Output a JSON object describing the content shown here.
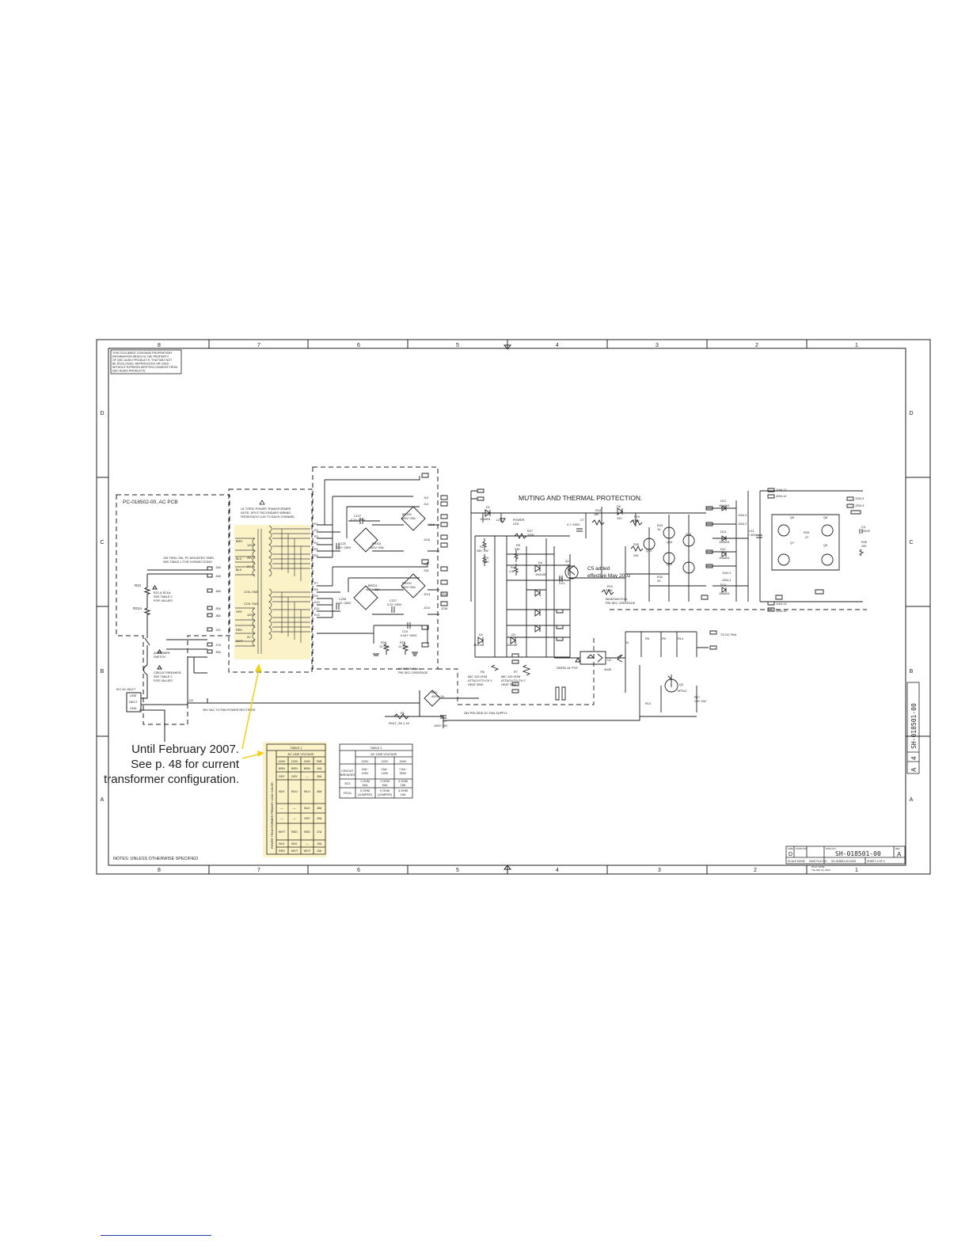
{
  "frame": {
    "col_labels": [
      "8",
      "7",
      "6",
      "5",
      "4",
      "3",
      "2",
      "1"
    ],
    "row_labels": [
      "D",
      "C",
      "B",
      "A"
    ]
  },
  "notice": [
    "THIS DOCUMENT CONTAINS PROPRIETARY",
    "INFORMATION WHICH IS THE PROPERTY",
    "OF QSC AUDIO PRODUCTS, THAT MAY NOT",
    "BE DISCLOSED, REPRODUCED OR USED",
    "WITHOUT EXPRESS WRITTEN CONSENT FROM",
    "QSC AUDIO PRODUCTS."
  ],
  "ac_pcb": {
    "title": "PC-018502-00, AC PCB",
    "tabs_note": [
      "J3A THRU J9A, PC MOUNTED TABS,",
      "SEE TABLE 1 FOR CONNECTIONS"
    ],
    "r_note": [
      "R21 & R21A,",
      "SEE TABLE 2",
      "FOR VALUES"
    ],
    "switch_label": [
      "AC POWER",
      "SWITCH"
    ],
    "breaker_label": [
      "CIRCUIT BREAKER,",
      "SEE TABLE 2",
      "FOR VALUES"
    ],
    "inlet_label": "IEC AC INLET",
    "inlet_pins": [
      "LINE",
      "NEUT",
      "GND"
    ],
    "r21": "R21",
    "r21a": "R21A",
    "j12": "J12",
    "j3": "J3A",
    "j4": "J4A",
    "j5": "J5A",
    "j6": "J6A",
    "j7": "J7A",
    "j8": "J8A",
    "j9": "J9A",
    "j10": "J10"
  },
  "transformer": {
    "title": [
      "U1 TORIC POWER TRANSFORMER",
      "NOTE: SPLIT SECONDARY WIRING",
      "FROM EACH LUG TO EACH CHANNEL"
    ],
    "wires": [
      "BRN",
      "120V",
      "BLU",
      "20V",
      "BLK",
      "0V",
      "COIL ONE",
      "COIL TWO",
      "GRY",
      "120V",
      "RED",
      "0V",
      "WHT"
    ]
  },
  "rect_labels": {
    "c127": [
      "C127",
      "0.22~250V"
    ],
    "c120": [
      "C120",
      "0.22~250V"
    ],
    "br101": [
      "BR101",
      "400V~25A"
    ],
    "br100": [
      "BR100",
      "400V~25A"
    ],
    "c208": [
      "C208",
      "0.22~250V"
    ],
    "br201": [
      "BR201",
      "400V~25A"
    ],
    "br200": [
      "BR200",
      "400V~25A"
    ],
    "c227": [
      "C227",
      "0.22~250V"
    ],
    "c10": [
      "C10",
      "0.047~400V"
    ],
    "r29": [
      "R29",
      "12~5W"
    ],
    "r28": [
      "R28",
      "12~5W"
    ],
    "creepage": [
      "MAINTAIN FULL",
      "PRI-SEC CREEPAGE"
    ],
    "fan_note": "28V VAC TO FAN POWER RECTIFIER",
    "br1": [
      "BR1",
      "400V~1A"
    ],
    "r1": [
      "R1",
      "PMLT_SH 1.1K"
    ],
    "c4": [
      "C4",
      "1000~35V"
    ],
    "fan_supply": "28V PRI-SIDE DC FAN SUPPLY",
    "sec_taps": [
      "E1",
      "E2",
      "E3",
      "E4",
      "E5",
      "E6",
      "E7",
      "E8",
      "E9",
      "E10",
      "E11",
      "E12"
    ],
    "j_right": [
      "J13",
      "J14",
      "J115",
      "J116",
      "J17",
      "J18",
      "J213",
      "J214",
      "J215",
      "J216"
    ]
  },
  "muting": {
    "title": "MUTING AND THERMAL PROTECTION.",
    "c5_note": [
      "C5 added",
      "effective May 2002"
    ],
    "parts": [
      "D1",
      "1N4004",
      "LD1",
      "POWER",
      "LED",
      "R27",
      "330K",
      "R18",
      "15K",
      "D6",
      "15V",
      "R19",
      "330K",
      "R2",
      "33K~2W",
      "R3",
      "1.5K",
      "R5",
      "33K",
      "R4",
      "1.5K",
      "D4",
      "1N4148",
      "Q1",
      "C5",
      "0.01",
      "C7",
      "4.7~250V",
      "R30",
      "249",
      "R33",
      "1K",
      "Q13",
      "Q14",
      "Q15",
      "Q16",
      "R34",
      "2K",
      "R10",
      "510K",
      "D2",
      "1N4148",
      "D3",
      "1N4148",
      "R7",
      "68C 100 OHM",
      "R6",
      "68C 100 OHM",
      "U2",
      "4N35",
      "R8",
      "R9",
      "R13",
      "R14",
      "Q3",
      "TIP31C",
      "R17",
      "12K~2W",
      "J4"
    ],
    "creepage": [
      "MAINTAIN FULL",
      "PRI-SEC CREEPAGE"
    ],
    "therm_note": "250RN 18~POT",
    "to_dc_fan": "TO DC FAN",
    "heat_sink": [
      "ATTACH TO CH 2",
      "HEAT SINK"
    ],
    "heat_sink2": [
      "ATTACH TO CH 1",
      "HEAT SINK"
    ]
  },
  "output_stage": {
    "parts": [
      "D12",
      "1N4004",
      "D13",
      "1N4004",
      "D11",
      "1N4004",
      "D10",
      "1N4004",
      "C11",
      "1~50V",
      "Q9",
      "Q8",
      "Q7",
      "Q6",
      "R25",
      "47",
      "C9",
      "100UF",
      "R26",
      "100",
      "J104.12",
      "J204.12",
      "J104.2",
      "J204.2",
      "J104.1",
      "J204.1",
      "J104.13",
      "J204.13",
      "J104.3",
      "J204.3"
    ]
  },
  "table1": {
    "title": "TABLE 1",
    "header": "AC LINE VOLTAGE",
    "side_label": "POWER TRANSFORMER PRIMARY LEAD COLOR",
    "cols": [
      "100V",
      "120V",
      "240V",
      "TAB"
    ],
    "rows": [
      [
        "BRN",
        "BRN",
        "BRN",
        "J4A"
      ],
      [
        "GRY",
        "GRY",
        "—",
        "J5A"
      ],
      [
        "BLK",
        "BLU",
        "BLU",
        "J6A"
      ],
      [
        "—",
        "—",
        "BLK",
        "J8A"
      ],
      [
        "—",
        "—",
        "GRY",
        "J9A"
      ],
      [
        "WHT",
        "RED",
        "RED",
        "J7A"
      ],
      [
        "BLK",
        "BLK",
        "—",
        "J3A"
      ],
      [
        "RED",
        "WHT",
        "WHT",
        "J3A"
      ]
    ]
  },
  "table2": {
    "title": "TABLE 2",
    "header": "AC LINE VOLTAGE",
    "cols": [
      "100V",
      "120V",
      "240V"
    ],
    "rows": [
      {
        "label": [
          "CIRCUIT",
          "BREAKER"
        ],
        "cells": [
          [
            "15A~",
            "125V"
          ],
          [
            "15A~",
            "125V"
          ],
          [
            "7.5A~",
            "250V"
          ]
        ]
      },
      {
        "label": [
          "R21"
        ],
        "cells": [
          [
            "1 OHM",
            "50A"
          ],
          [
            "1 OHM",
            "50A"
          ],
          [
            "4 OHM",
            "15A"
          ]
        ]
      },
      {
        "label": [
          "R21A"
        ],
        "cells": [
          [
            "0 OHM",
            "(JUMPER)"
          ],
          [
            "0 OHM",
            "(JUMPER)"
          ],
          [
            "4 OHM",
            "15A"
          ]
        ]
      }
    ]
  },
  "annotation": [
    "Until February 2007.",
    "See p. 48 for current",
    "transformer configuration."
  ],
  "notes": "NOTES: UNLESS OTHERWISE SPECIFIED",
  "title_block": {
    "size_label": "SIZE",
    "size": "D",
    "fscm_label": "FSCM NO.",
    "dwg_label": "DWG NO.",
    "dwg_no": "SH-018501-00",
    "rev_label": "REV",
    "rev": "A",
    "scale": "SCALE NONE",
    "file_label": "DWG FILE NO.",
    "file": "SH-018501-00.DWG",
    "sheet": "SHEET   4   OF   4",
    "plot_date": [
      "PLOT DATE:",
      "Thu Mar 21, 2002"
    ]
  },
  "side_tab": {
    "letter": "A",
    "num": "4",
    "dwg": "SH-018501-00"
  }
}
